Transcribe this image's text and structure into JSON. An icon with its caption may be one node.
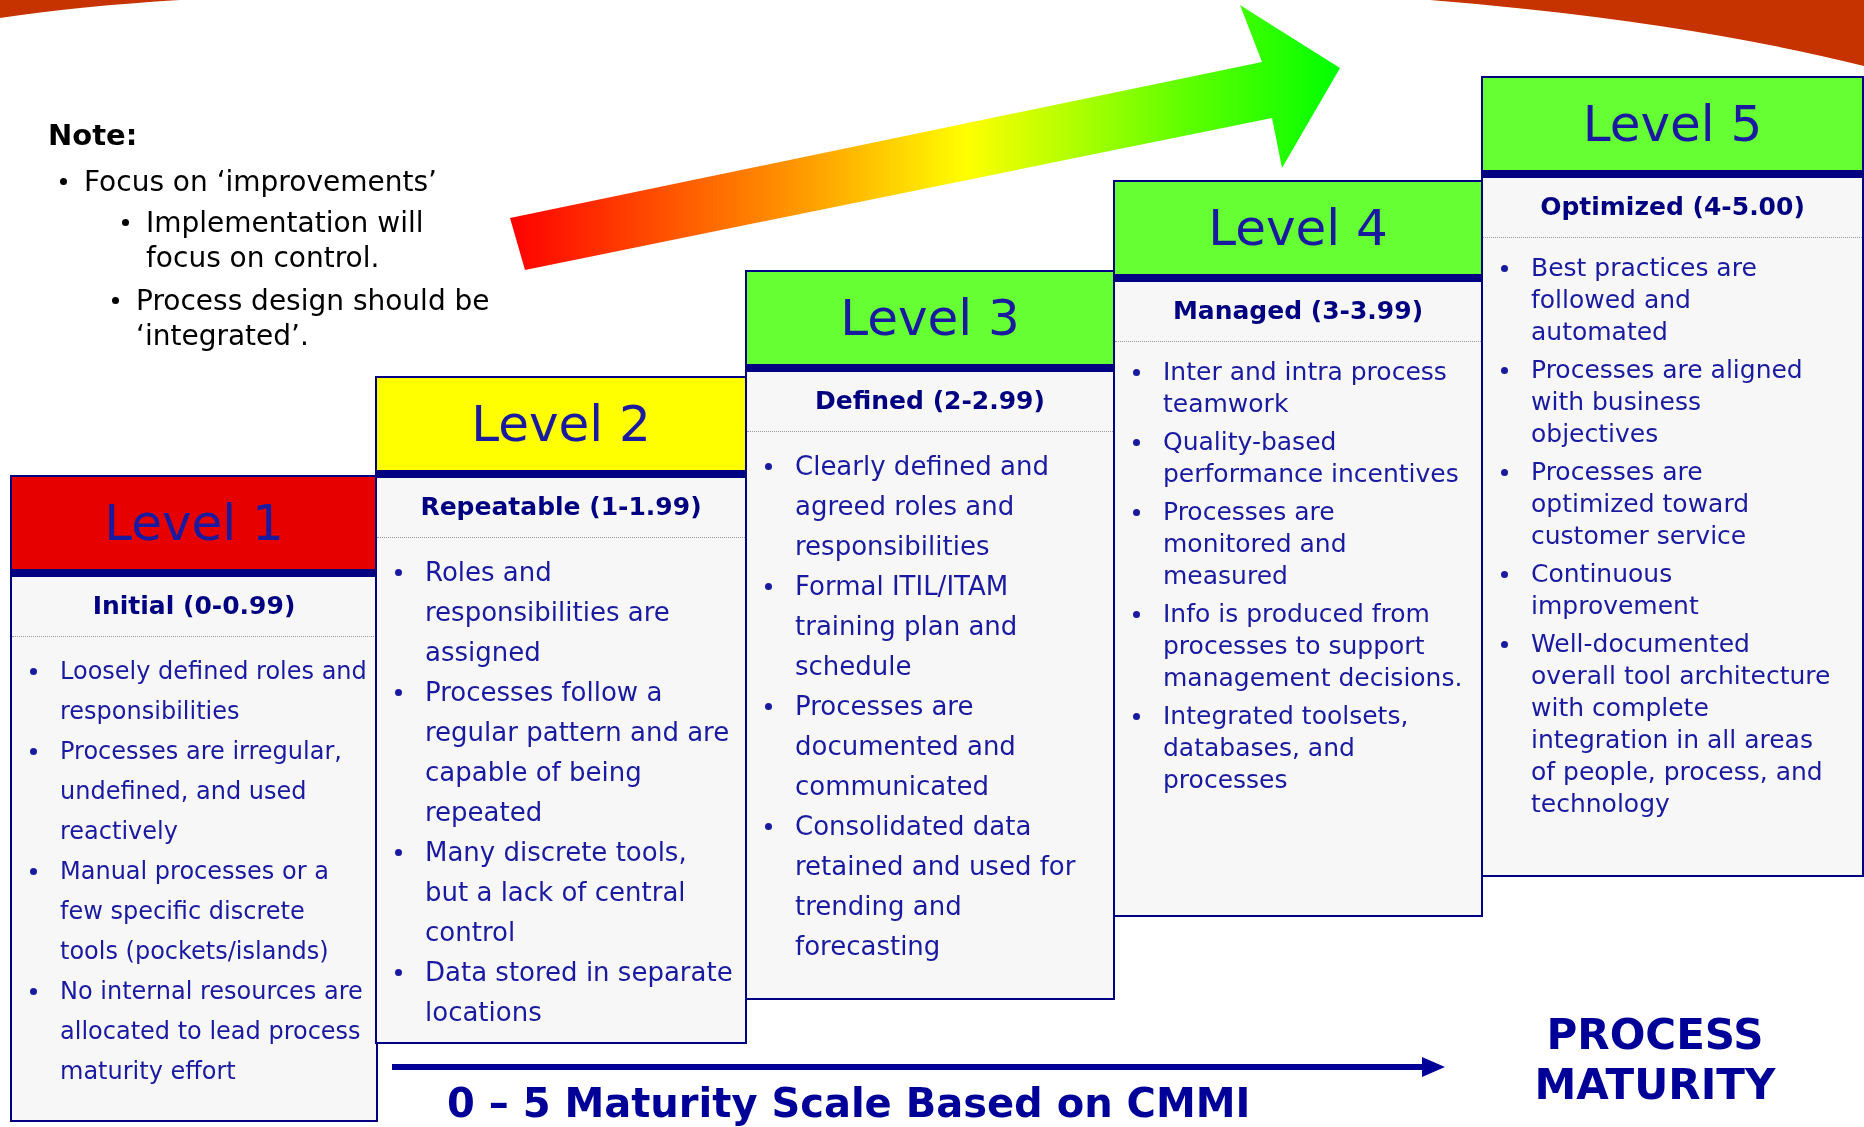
{
  "diagram": {
    "caption": "0 – 5 Maturity Scale Based on CMMI",
    "nodes": [
      {
        "text": [
          "Level 1",
          "Initial (0-0.99)",
          "Loosely defined roles and responsibilities",
          "Processes are irregular, undefined, and used reactively",
          "Manual processes or a few specific discrete tools (pockets/islands)",
          "No internal resources are allocated to lead process maturity effort"
        ]
      },
      {
        "text": [
          "Level 2",
          "Repeatable (1-1.99)",
          "Roles and responsibilities are assigned",
          "Processes follow a regular pattern and are capable of being repeated",
          "Many discrete tools, but a lack of central control",
          "Data stored in separate locations"
        ]
      },
      {
        "text": [
          "Level 3",
          "Defined (2-2.99)",
          "Clearly defined and agreed roles and responsibilities",
          "Formal ITIL/ITAM training plan and schedule",
          "Processes are documented and communicated",
          "Consolidated data retained and used for trending and forecasting"
        ]
      },
      {
        "text": [
          "Level 4",
          "Managed (3-3.99)",
          "Inter and intra process teamwork",
          "Quality-based performance incentives",
          "Processes are monitored and measured",
          "Info is produced from processes to support management decisions.",
          "Integrated toolsets, databases, and processes"
        ]
      },
      {
        "text": [
          "Level 5",
          "Optimized (4-5.00)",
          "Best practices are followed and automated",
          "Processes are aligned with business objectives",
          "Processes are optimized toward customer service",
          "Continuous improvement",
          "Well-documented overall tool architecture with complete integration in all areas of people, process, and technology"
        ]
      }
    ],
    "labels": [
      "Note:",
      "Focus on ‘improvements’",
      "Implementation will focus on control.",
      "Process design should be ‘integrated’.",
      "PROCESS MATURITY"
    ]
  }
}
